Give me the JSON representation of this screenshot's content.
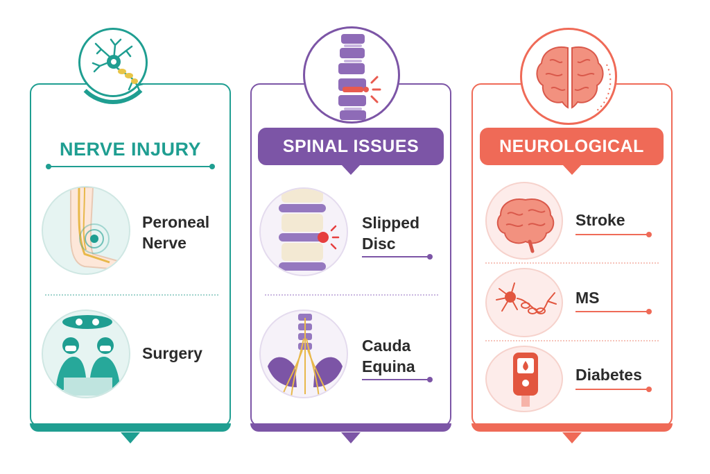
{
  "colors": {
    "teal": "#1f9e91",
    "purple": "#7c55a6",
    "coral": "#ef6a57"
  },
  "panels": [
    {
      "title": "NERVE INJURY",
      "icon": "neuron-icon",
      "items": [
        {
          "label_line1": "Peroneal",
          "label_line2": "Nerve",
          "icon": "leg-nerve-icon"
        },
        {
          "label_line1": "Surgery",
          "label_line2": "",
          "icon": "surgeons-icon"
        }
      ]
    },
    {
      "title": "SPINAL ISSUES",
      "icon": "spine-icon",
      "items": [
        {
          "label_line1": "Slipped",
          "label_line2": "Disc",
          "icon": "disc-icon"
        },
        {
          "label_line1": "Cauda",
          "label_line2": "Equina",
          "icon": "cauda-equina-icon"
        }
      ]
    },
    {
      "title": "NEUROLOGICAL",
      "icon": "brain-icon",
      "items": [
        {
          "label_line1": "Stroke",
          "icon": "brain-icon"
        },
        {
          "label_line1": "MS",
          "icon": "neuron-icon"
        },
        {
          "label_line1": "Diabetes",
          "icon": "glucose-meter-icon"
        }
      ]
    }
  ]
}
